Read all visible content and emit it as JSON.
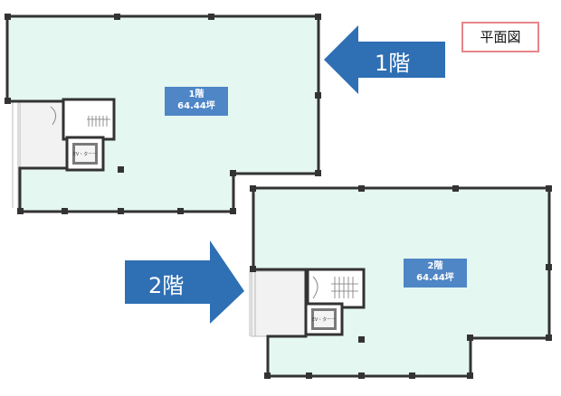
{
  "legend_label": "平面図",
  "floor1": {
    "arrow_label": "1階",
    "name": "1階",
    "area": "64.44坪",
    "elevator": "EV・ターー"
  },
  "floor2": {
    "arrow_label": "2階",
    "name": "2階",
    "area": "64.44坪",
    "elevator": "EV・ターー"
  },
  "colors": {
    "floor_fill": "#e4f7f1",
    "wall": "#333333",
    "arrow": "#2f6fb4",
    "tag": "#4f86c6",
    "legend_border": "#e8858a"
  }
}
